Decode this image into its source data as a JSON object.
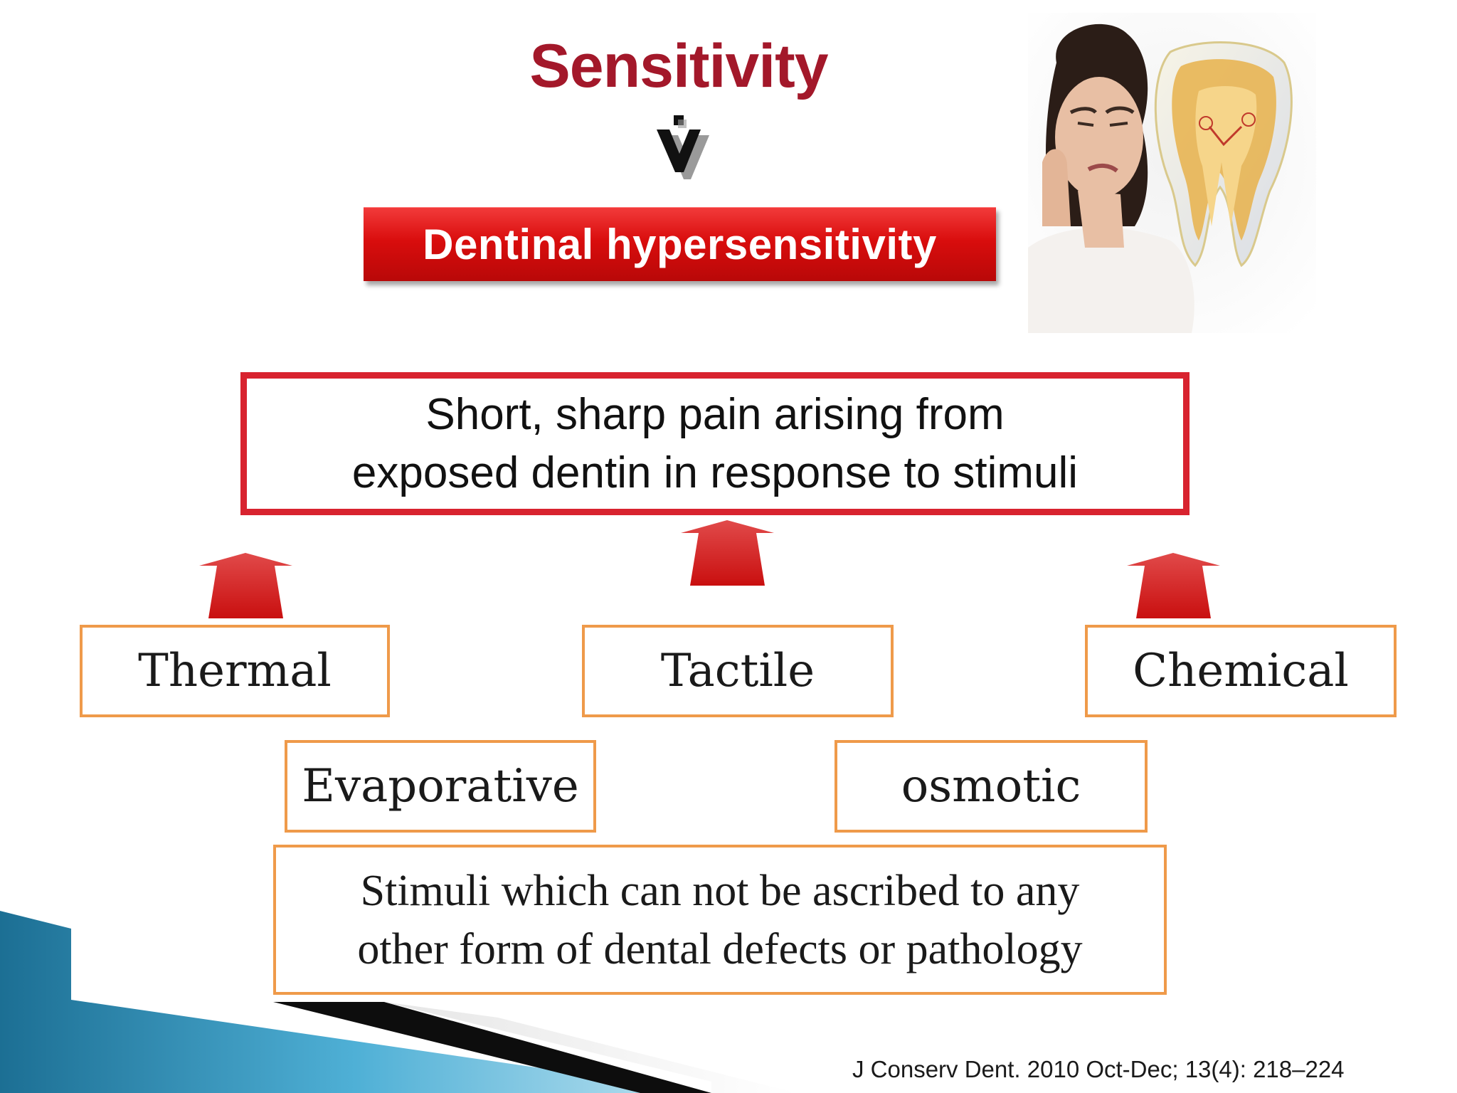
{
  "slide": {
    "title": "Sensitivity",
    "banner": "Dentinal hypersensitivity",
    "definition": {
      "line1": "Short, sharp pain arising from",
      "line2": "exposed dentin in response to stimuli"
    },
    "stimuli": {
      "thermal": "Thermal",
      "tactile": "Tactile",
      "chemical": "Chemical",
      "evaporative": "Evaporative",
      "osmotic": "osmotic"
    },
    "exclusion": {
      "line1": "Stimuli which can not be ascribed to any",
      "line2": "other form of dental defects or pathology"
    },
    "citation": "J Conserv Dent. 2010 Oct-Dec; 13(4): 218–224"
  },
  "colors": {
    "title": "#a3182a",
    "banner": "#d90d0d",
    "definition_border": "#d8232f",
    "stimulus_border": "#ef9a4a",
    "arrow": "#d81e1e"
  },
  "icons": {
    "flow_arrow": "down-chevron-arrow-icon",
    "stimulus_arrows": "up-arrow-icon"
  }
}
